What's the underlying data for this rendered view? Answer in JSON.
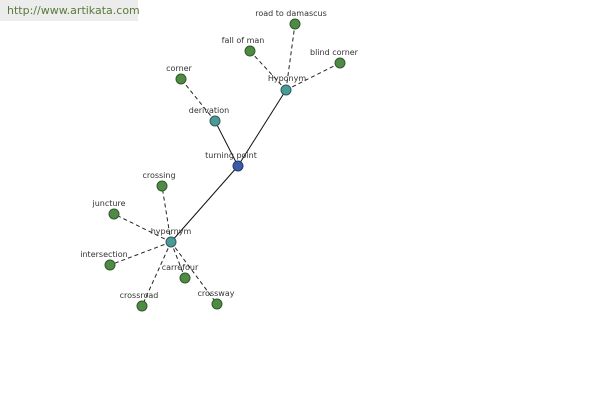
{
  "watermark": {
    "url": "http://www.artikata.com"
  },
  "graph": {
    "nodes": {
      "turning_point": {
        "label": "turning point",
        "kind": "root"
      },
      "hyponym": {
        "label": "Hyponym",
        "kind": "relation"
      },
      "derivation": {
        "label": "derivation",
        "kind": "relation"
      },
      "hypernym": {
        "label": "hypernym",
        "kind": "relation"
      },
      "road_to_damascus": {
        "label": "road to damascus",
        "kind": "term"
      },
      "fall_of_man": {
        "label": "fall of man",
        "kind": "term"
      },
      "blind_corner": {
        "label": "blind corner",
        "kind": "term"
      },
      "corner": {
        "label": "corner",
        "kind": "term"
      },
      "crossing": {
        "label": "crossing",
        "kind": "term"
      },
      "juncture": {
        "label": "juncture",
        "kind": "term"
      },
      "intersection": {
        "label": "intersection",
        "kind": "term"
      },
      "carrefour": {
        "label": "carrefour",
        "kind": "term"
      },
      "crossroad": {
        "label": "crossroad",
        "kind": "term"
      },
      "crossway": {
        "label": "crossway",
        "kind": "term"
      }
    },
    "edges": [
      {
        "from": "turning_point",
        "to": "hyponym",
        "style": "solid"
      },
      {
        "from": "turning_point",
        "to": "derivation",
        "style": "solid"
      },
      {
        "from": "turning_point",
        "to": "hypernym",
        "style": "solid"
      },
      {
        "from": "hyponym",
        "to": "road_to_damascus",
        "style": "dashed"
      },
      {
        "from": "hyponym",
        "to": "fall_of_man",
        "style": "dashed"
      },
      {
        "from": "hyponym",
        "to": "blind_corner",
        "style": "dashed"
      },
      {
        "from": "derivation",
        "to": "corner",
        "style": "dashed"
      },
      {
        "from": "hypernym",
        "to": "crossing",
        "style": "dashed"
      },
      {
        "from": "hypernym",
        "to": "juncture",
        "style": "dashed"
      },
      {
        "from": "hypernym",
        "to": "intersection",
        "style": "dashed"
      },
      {
        "from": "hypernym",
        "to": "carrefour",
        "style": "dashed"
      },
      {
        "from": "hypernym",
        "to": "crossroad",
        "style": "dashed"
      },
      {
        "from": "hypernym",
        "to": "crossway",
        "style": "dashed"
      }
    ]
  }
}
